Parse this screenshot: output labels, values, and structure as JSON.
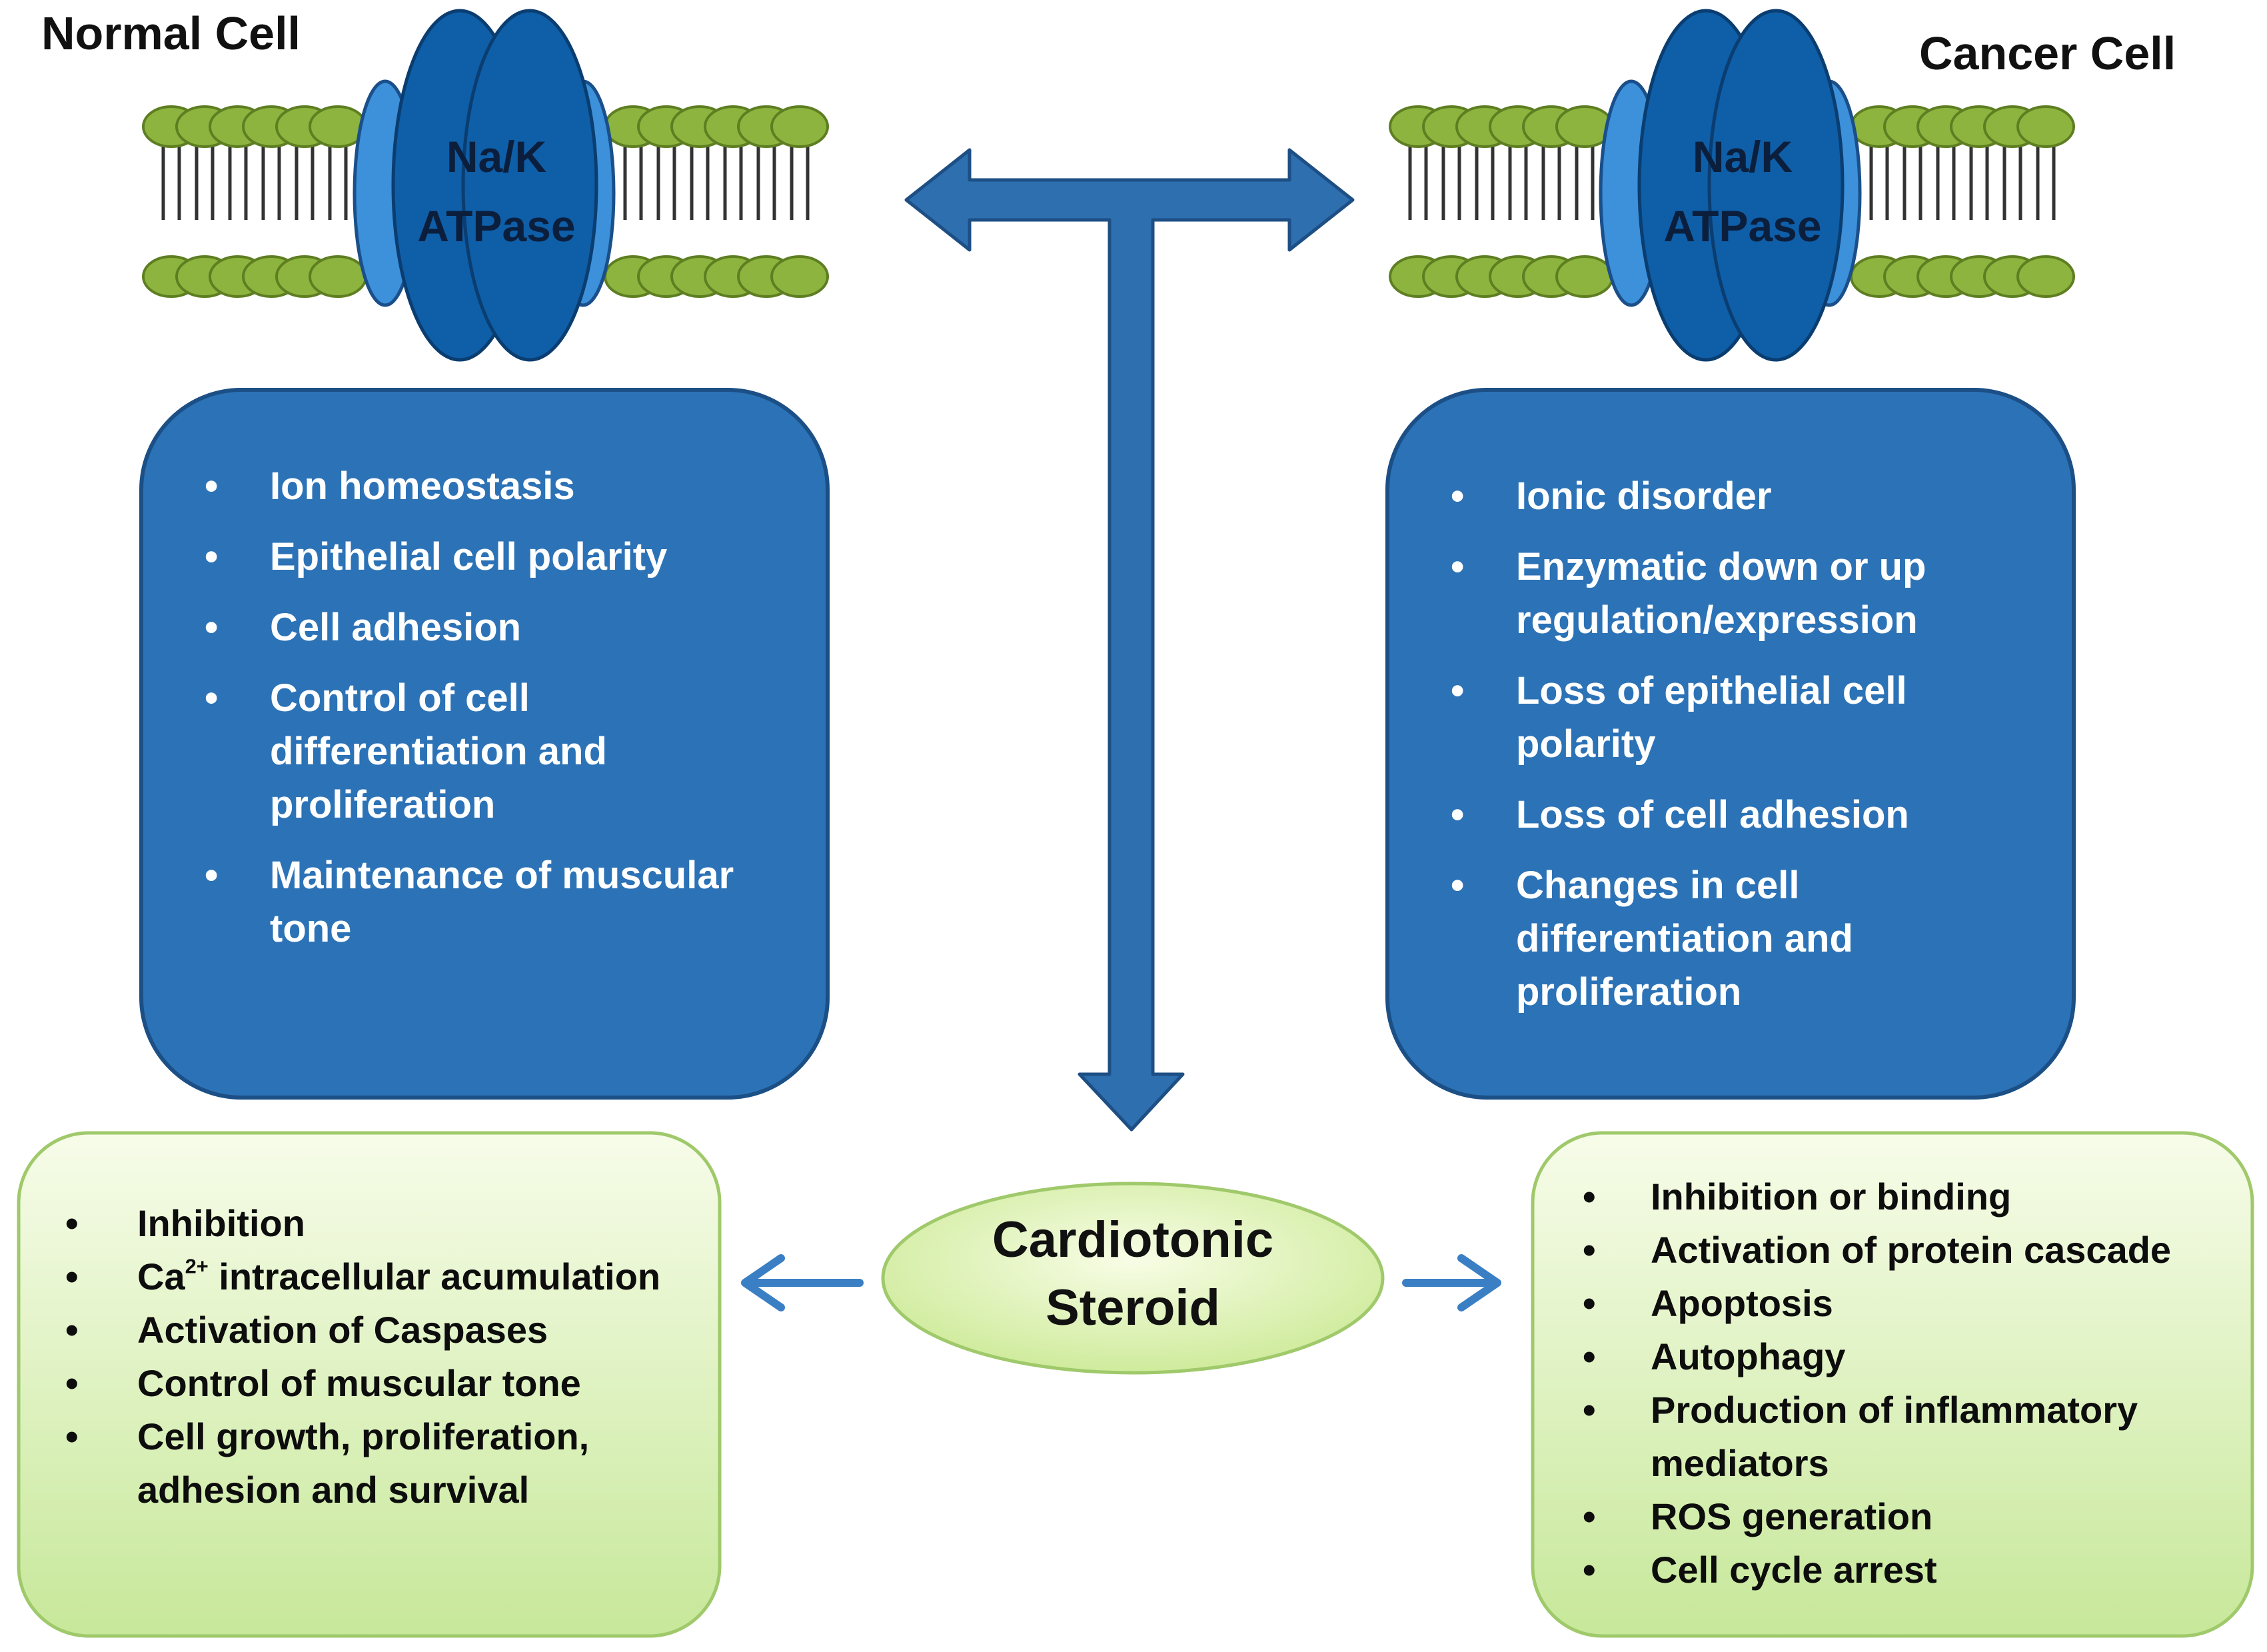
{
  "normal_cell": {
    "title": "Normal Cell",
    "pump_label": [
      "Na/K",
      "ATPase"
    ],
    "functions": [
      "Ion homeostasis",
      "Epithelial cell polarity",
      "Cell adhesion",
      "Control of cell differentiation and proliferation",
      "Maintenance of muscular tone"
    ],
    "steroid_effects": [
      "Inhibition",
      "Ca2+ intracellular acumulation",
      "Activation of Caspases",
      "Control of muscular tone",
      "Cell growth, proliferation, adhesion and survival"
    ]
  },
  "cancer_cell": {
    "title": "Cancer Cell",
    "pump_label": [
      "Na/K",
      "ATPase"
    ],
    "alterations": [
      "Ionic disorder",
      "Enzymatic down or up regulation/expression",
      "Loss of epithelial cell polarity",
      "Loss of cell adhesion",
      "Changes in cell differentiation and proliferation"
    ],
    "steroid_effects": [
      "Inhibition or binding",
      "Activation of protein cascade",
      "Apoptosis",
      "Autophagy",
      "Production of inflammatory mediators",
      "ROS generation",
      "Cell cycle arrest"
    ]
  },
  "center": {
    "label": [
      "Cardiotonic",
      "Steroid"
    ]
  },
  "colors": {
    "membrane_head": "#8db43e",
    "membrane_head_stroke": "#5e7e22",
    "pump_dark": "#0f5ea8",
    "pump_light": "#3b8fd8",
    "box_blue": "#2c72b6",
    "box_blue_border": "#1b4f86",
    "box_green_light": "#f7fce9",
    "box_green_dark": "#c7e89a",
    "arrow": "#2e6fb0"
  }
}
